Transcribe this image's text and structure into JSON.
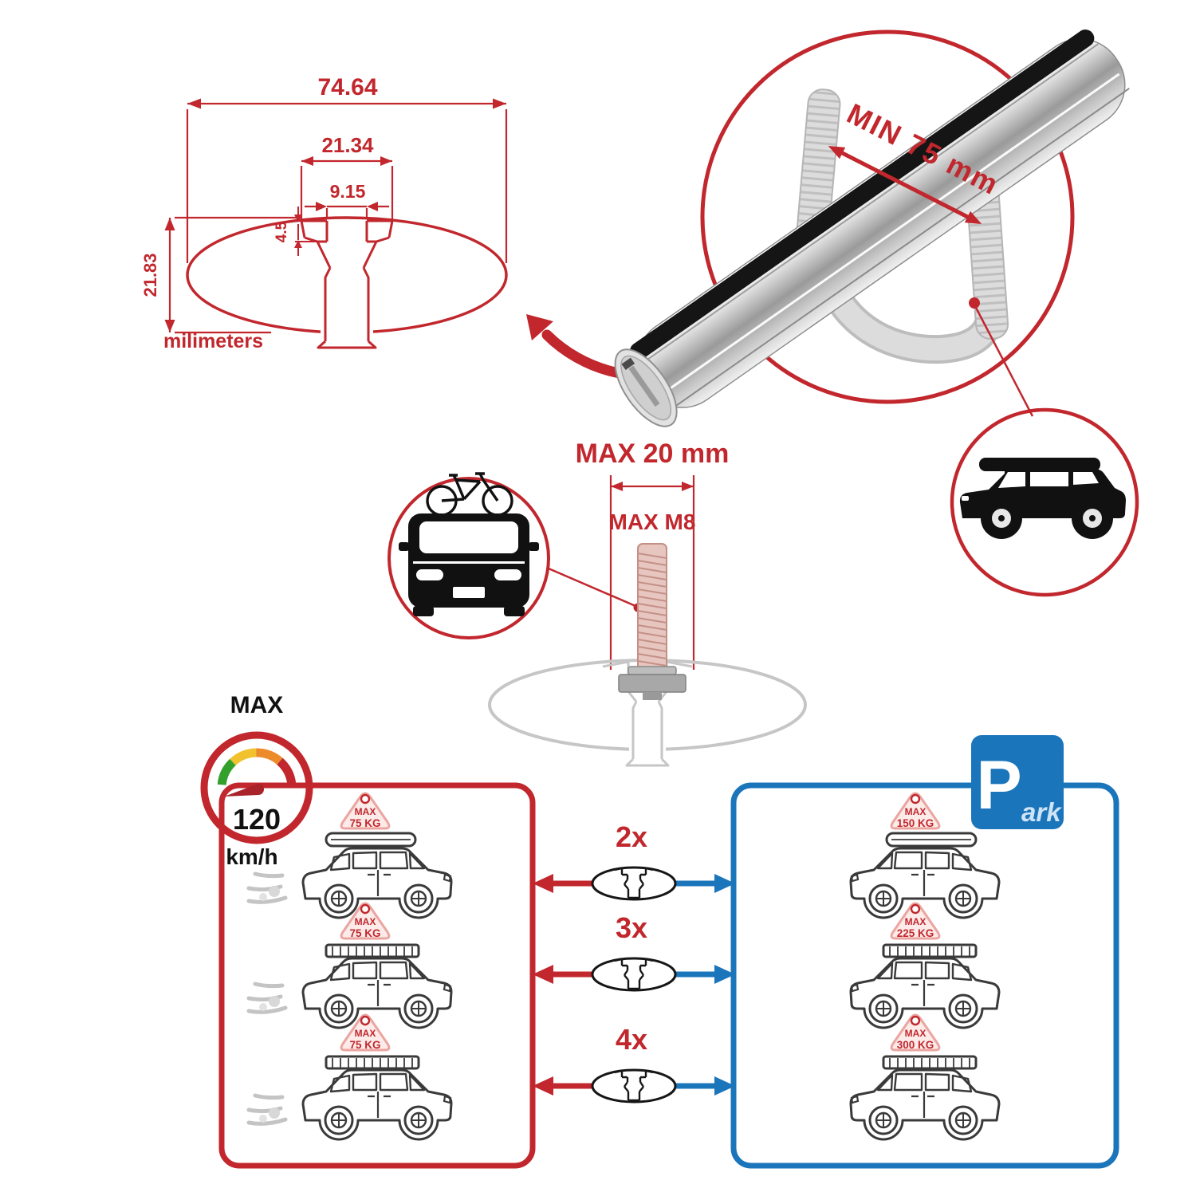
{
  "colors": {
    "red": "#c1272d",
    "blue": "#1b75bb",
    "gauge-green": "#33a02c",
    "gauge-yellow": "#f2c12e",
    "gauge-orange": "#ec8b2a",
    "gauge-red": "#c1272d"
  },
  "cross_section": {
    "dim_total_width": "74.64",
    "dim_flange_width": "21.34",
    "dim_slot_width": "9.15",
    "dim_slot_depth": "4.5",
    "dim_height": "21.83",
    "units_label": "milimeters"
  },
  "bar_detail": {
    "min_span_label": "MIN 75 mm"
  },
  "bolt": {
    "max_length_label": "MAX 20 mm",
    "max_thread_label": "MAX M8"
  },
  "speed_limit": {
    "title": "MAX",
    "value": "120",
    "units": "km/h"
  },
  "park_sign": {
    "letter": "P",
    "suffix": "ark"
  },
  "bar_counts": [
    "2x",
    "3x",
    "4x"
  ],
  "driving_loads": [
    {
      "max": "MAX",
      "weight": "75 KG"
    },
    {
      "max": "MAX",
      "weight": "75 KG"
    },
    {
      "max": "MAX",
      "weight": "75 KG"
    }
  ],
  "parked_loads": [
    {
      "max": "MAX",
      "weight": "150 KG"
    },
    {
      "max": "MAX",
      "weight": "225 KG"
    },
    {
      "max": "MAX",
      "weight": "300 KG"
    }
  ]
}
